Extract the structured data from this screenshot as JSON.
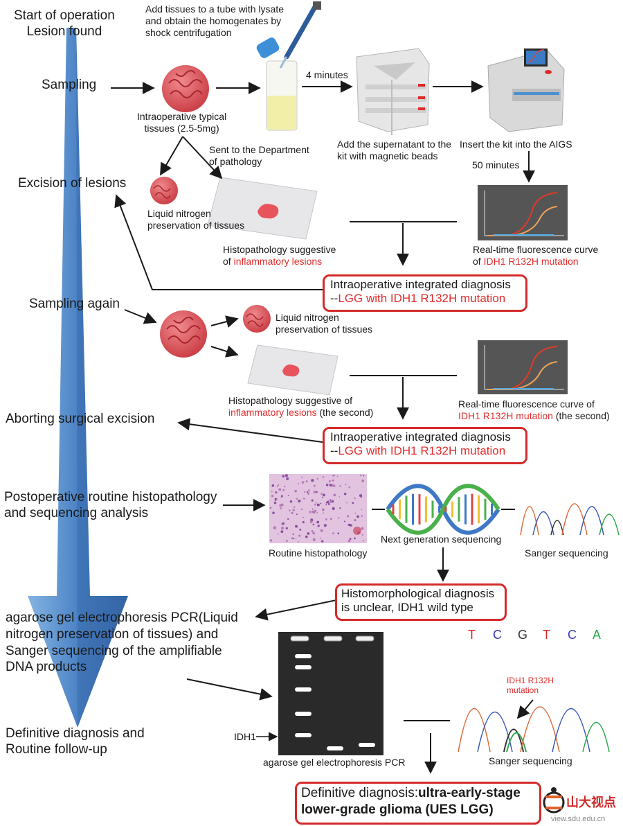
{
  "colors": {
    "flow_arrow": "#4d86c6",
    "box_border": "#d42a2a",
    "highlight_text": "#e32b2b",
    "tissue": "#e0535a",
    "curve_red": "#e0402c",
    "curve_orange": "#f0a45a",
    "panel_bg": "#505050",
    "gel_bg": "#2a2a2a"
  },
  "timeline": {
    "start": "Start of operation\nLesion found",
    "sampling": "Sampling",
    "excision": "Excision of lesions",
    "sampling_again": "Sampling again",
    "aborting": "Aborting surgical excision",
    "postoperative": "Postoperative routine histopathology\nand sequencing analysis",
    "pcr_step": "agarose gel electrophoresis PCR(Liquid\nnitrogen preservation of tissues) and\nSanger sequencing of the amplifiable\nDNA products",
    "definitive": "Definitive diagnosis and\nRoutine follow-up"
  },
  "step1": {
    "add_tissues": "Add tissues to a tube with lysate\nand obtain the homogenates by\nshock centrifugation",
    "tissue_label": "Intraoperative typical\ntissues (2.5-5mg)",
    "four_minutes": "4 minutes",
    "supernatant": "Add the supernatant to the\nkit with magnetic beads",
    "insert_kit": "Insert the kit into the AIGS",
    "fifty_minutes": "50 minutes",
    "sent_pathology": "Sent to the Department\nof pathology",
    "liquid_nitrogen": "Liquid nitrogen\npreservation of tissues",
    "histo_prefix": "Histopathology suggestive\nof ",
    "histo_red": "inflammatory lesions",
    "curve_prefix": "Real-time fluorescence curve\nof ",
    "curve_red": "IDH1 R132H mutation",
    "diag_title": "Intraoperative integrated diagnosis",
    "diag_prefix": "--",
    "diag_red": "LGG with IDH1 R132H mutation"
  },
  "step2": {
    "liquid_nitrogen": "Liquid nitrogen\npreservation of tissues",
    "histo_prefix": "Histopathology suggestive of\n",
    "histo_red": "inflammatory lesions",
    "histo_suffix": " (the second)",
    "curve_prefix": "Real-time fluorescence curve of\n",
    "curve_red": "IDH1 R132H mutation",
    "curve_suffix": " (the second)",
    "diag_title": "Intraoperative integrated diagnosis",
    "diag_prefix": "--",
    "diag_red": "LGG with IDH1 R132H mutation"
  },
  "step3": {
    "routine_histo": "Routine histopathology",
    "ngs": "Next generation sequencing",
    "sanger": "Sanger sequencing",
    "histo_diag": "Histomorphological diagnosis\nis unclear, IDH1 wild type"
  },
  "step4": {
    "bases": [
      {
        "letter": "T",
        "color": "#d42a2a"
      },
      {
        "letter": "C",
        "color": "#3a3ab0"
      },
      {
        "letter": "G",
        "color": "#333333"
      },
      {
        "letter": "T",
        "color": "#d42a2a"
      },
      {
        "letter": "C",
        "color": "#3a3ab0"
      },
      {
        "letter": "A",
        "color": "#2aa84a"
      }
    ],
    "idh1_label": "IDH1",
    "gel_label": "agarose gel electrophoresis PCR",
    "mutation_label": "IDH1 R132H\nmutation",
    "sanger": "Sanger sequencing",
    "final_prefix": "Definitive diagnosis:",
    "final_bold": "ultra-early-stage\nlower-grade glioma (UES LGG)"
  },
  "watermark": {
    "name": "山大视点",
    "url": "view.sdu.edu.cn"
  }
}
